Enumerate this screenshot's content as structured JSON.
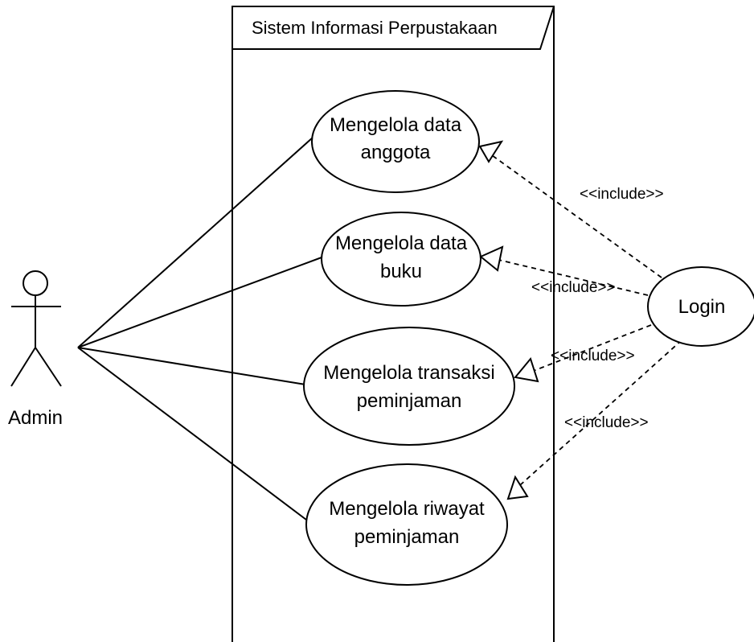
{
  "system": {
    "title": "Sistem Informasi Perpustakaan"
  },
  "actor": {
    "label": "Admin"
  },
  "use_cases": [
    {
      "line1": "Mengelola data",
      "line2": "anggota"
    },
    {
      "line1": "Mengelola data",
      "line2": "buku"
    },
    {
      "line1": "Mengelola transaksi",
      "line2": "peminjaman"
    },
    {
      "line1": "Mengelola riwayat",
      "line2": "peminjaman"
    }
  ],
  "login": {
    "label": "Login"
  },
  "relations": [
    {
      "label": "<<include>>"
    },
    {
      "label": "<<include>>"
    },
    {
      "label": "<<include>>"
    },
    {
      "label": "<<include>>"
    }
  ],
  "colors": {
    "stroke": "#000000",
    "background": "#ffffff"
  }
}
